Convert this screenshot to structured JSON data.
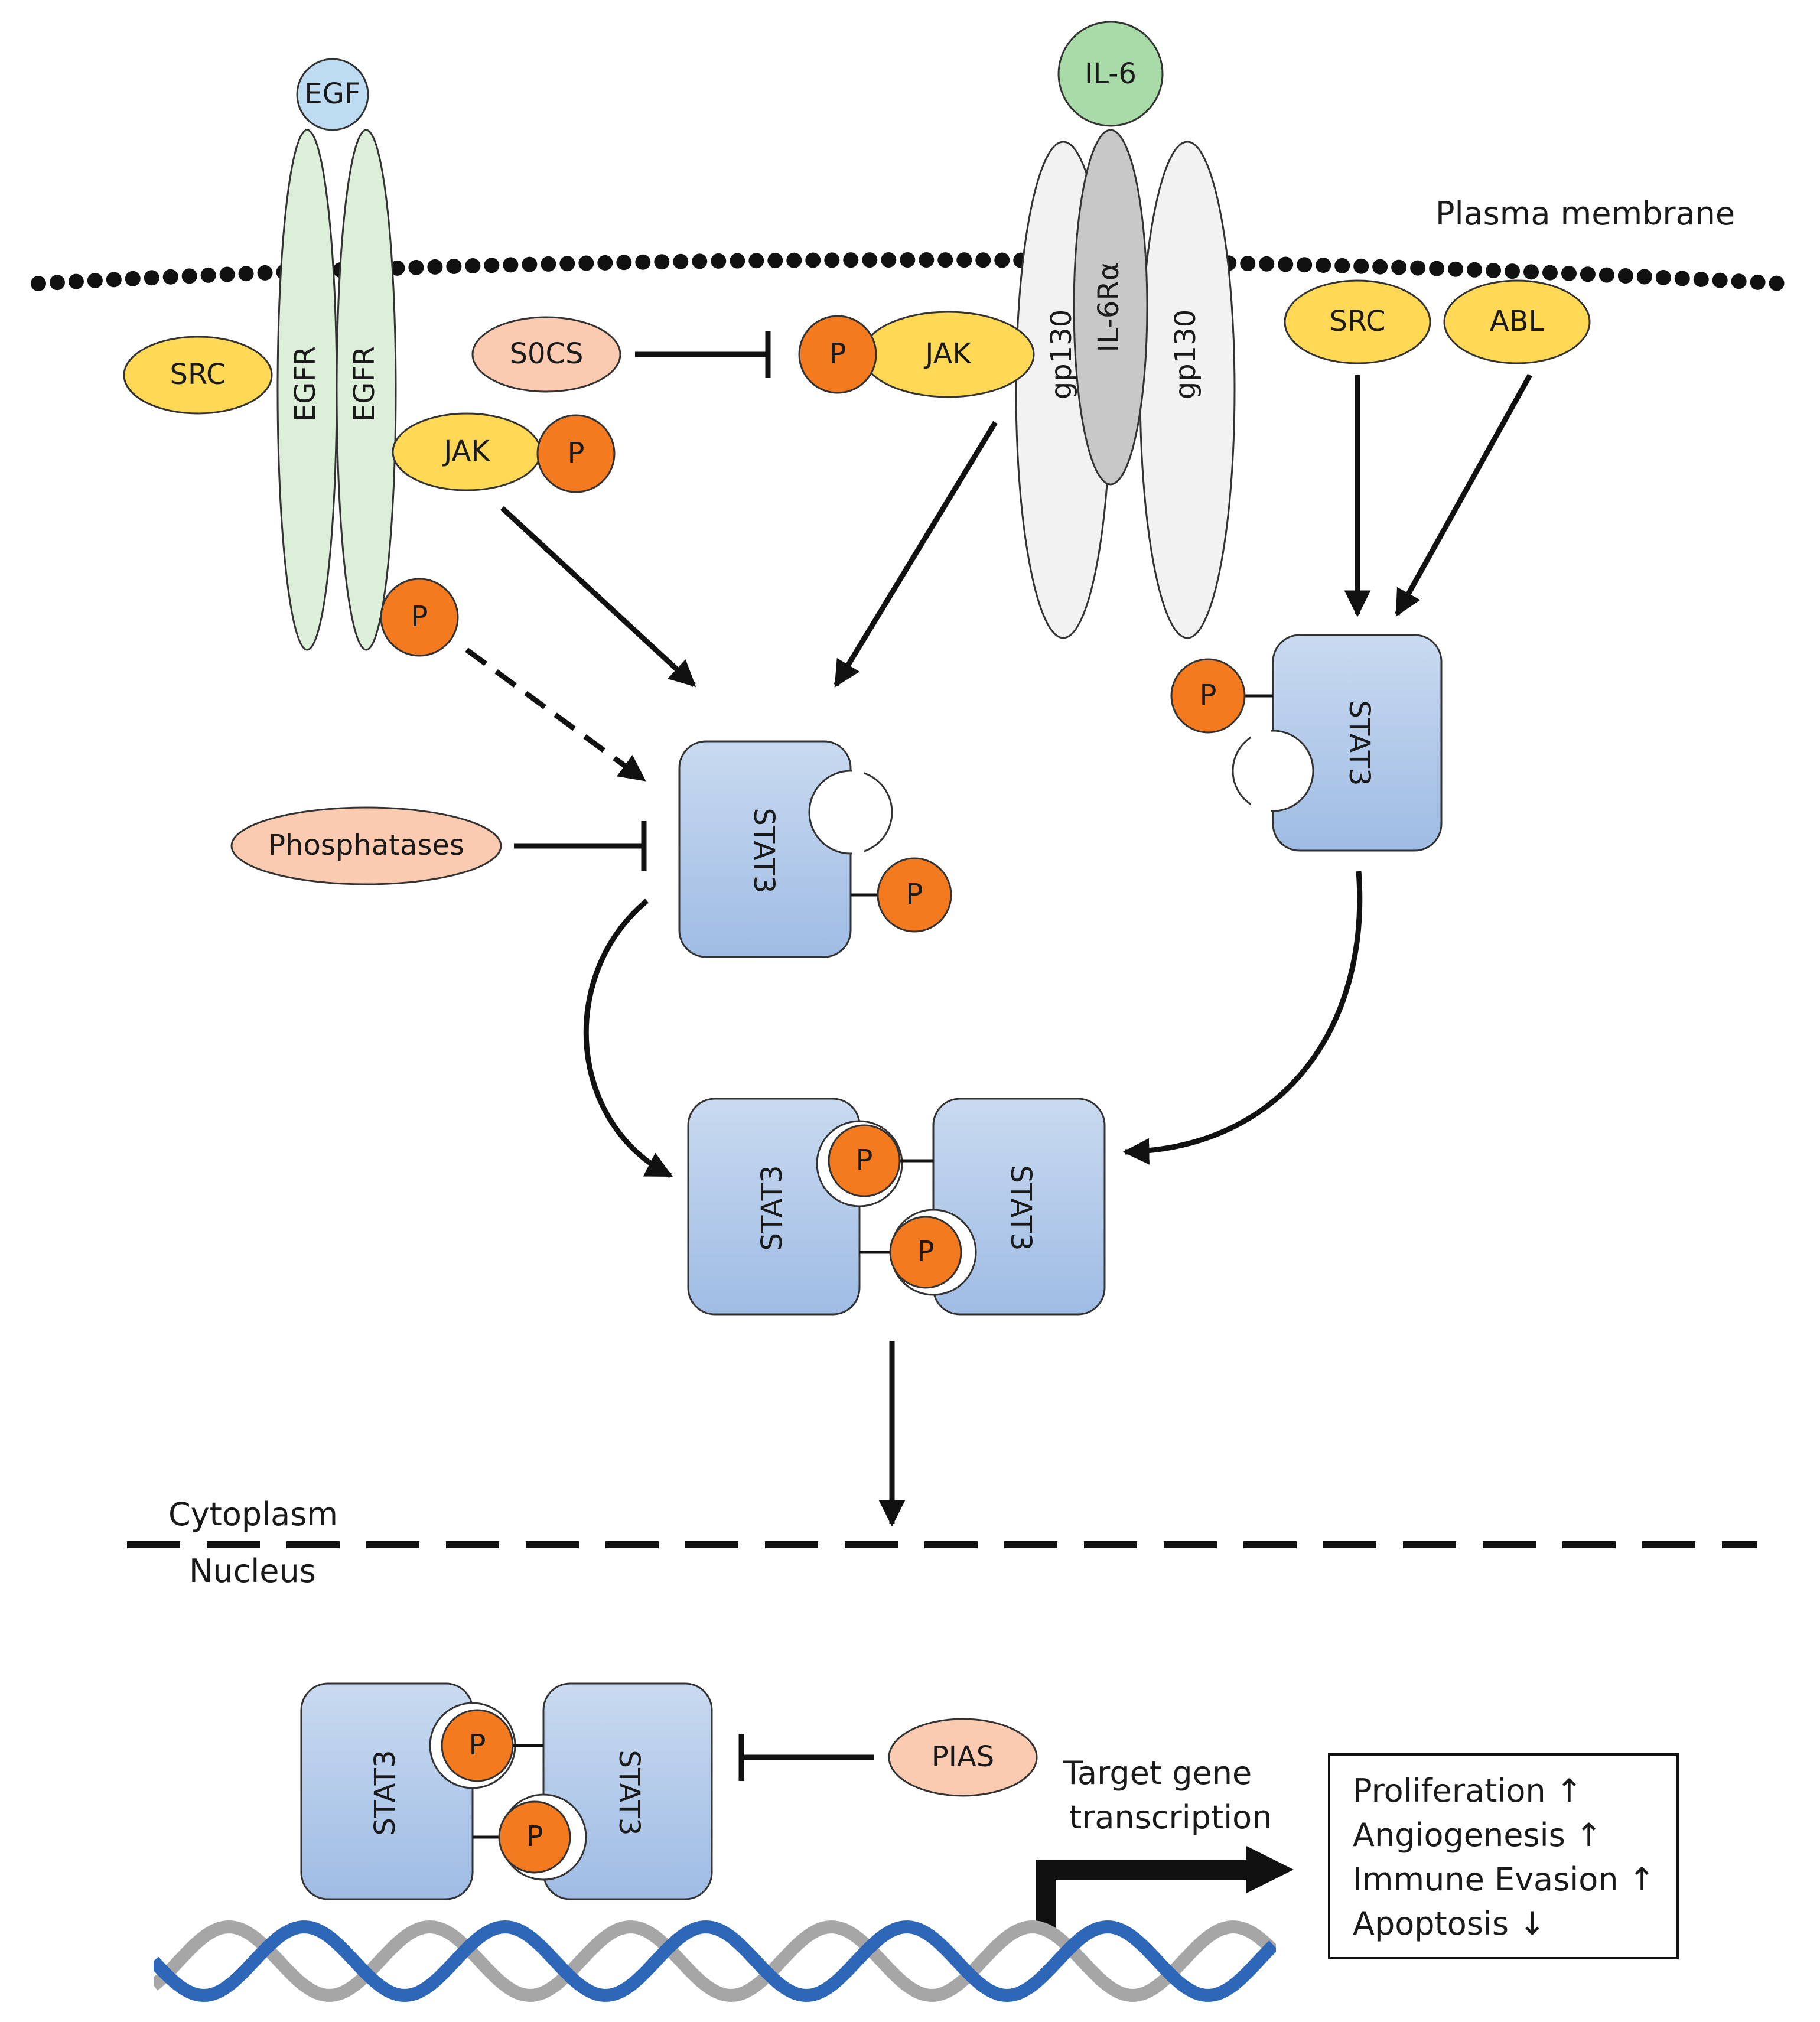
{
  "membrane": {
    "label": "Plasma membrane"
  },
  "compartments": {
    "cytoplasm": "Cytoplasm",
    "nucleus": "Nucleus"
  },
  "ligands": {
    "egf": "EGF",
    "il6": "IL-6"
  },
  "receptors": {
    "egfr_left": "EGFR",
    "egfr_right": "EGFR",
    "gp130_left": "gp130",
    "il6r_alpha": "IL-6Rα",
    "gp130_right": "gp130"
  },
  "kinases": {
    "src_egfr": "SRC",
    "jak_egfr": "JAK",
    "jak_gp130": "JAK",
    "src_right": "SRC",
    "abl": "ABL"
  },
  "inhibitors": {
    "socs": "S0CS",
    "phosphatases": "Phosphatases",
    "pias": "PIAS"
  },
  "phospho": "P",
  "stat": "STAT3",
  "transcription": {
    "line1": "Target gene",
    "line2": "transcription"
  },
  "outcomes": [
    "Proliferation ↑",
    "Angiogenesis ↑",
    "Immune Evasion ↑",
    "Apoptosis ↓"
  ],
  "colors": {
    "egfr_fill": "#dcefd8",
    "egf_fill": "#bddcf2",
    "il6_fill": "#a9dba8",
    "gp130_fill": "#f2f2f2",
    "il6ra_fill": "#c8c8c8",
    "kinase_fill": "#ffd955",
    "inhibitor_fill": "#fbcbb1",
    "phospho_fill": "#f47a1f",
    "stat_top": "#c9daf0",
    "stat_bottom": "#9fbce4",
    "dna_blue": "#2e66b8",
    "dna_gray": "#a6a6a6"
  }
}
